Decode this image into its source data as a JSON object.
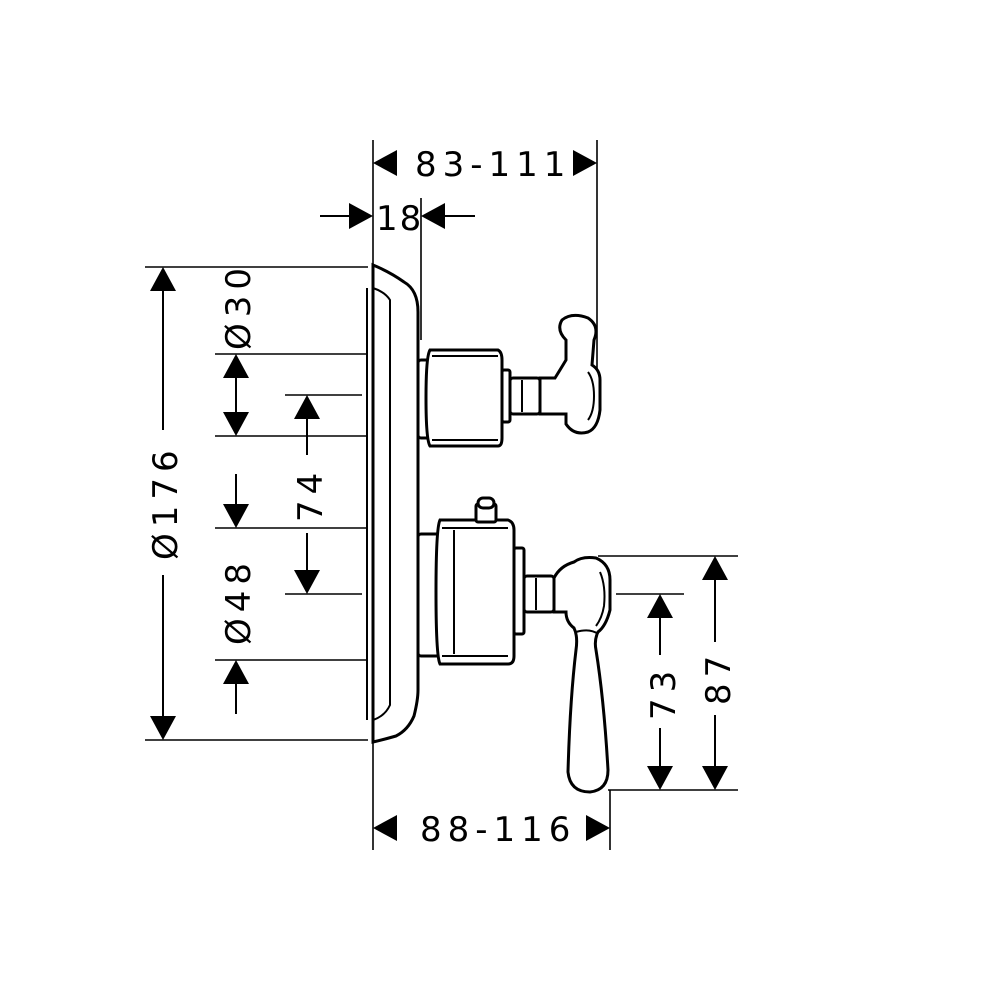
{
  "dimensions": {
    "top_depth": "83-111",
    "plate_thickness": "18",
    "plate_diameter": "Ø176",
    "upper_diameter": "Ø30",
    "lower_diameter": "Ø48",
    "center_distance": "74",
    "bottom_depth": "88-116",
    "lever_height_inner": "73",
    "lever_height_outer": "87"
  },
  "colors": {
    "line": "#000000",
    "background": "#ffffff"
  }
}
